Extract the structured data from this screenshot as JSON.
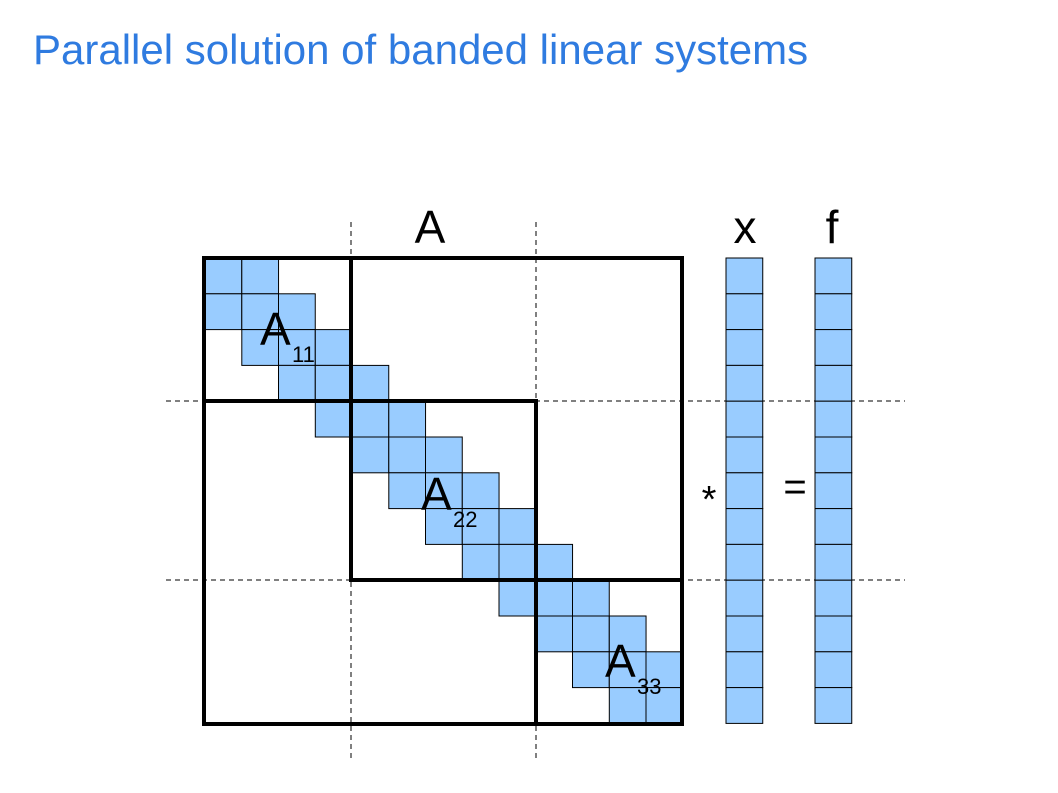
{
  "title": "Parallel solution of banded linear systems",
  "diagram": {
    "matrix_label": "A",
    "vector_x_label": "x",
    "vector_f_label": "f",
    "multiply_symbol": "*",
    "equals_symbol": "=",
    "blocks": [
      {
        "main": "A",
        "sub": "11"
      },
      {
        "main": "A",
        "sub": "22"
      },
      {
        "main": "A",
        "sub": "33"
      }
    ],
    "band_rows": 13,
    "vector_length": 13,
    "colors": {
      "title": "#2f7be0",
      "cell_fill": "#99ccff"
    }
  }
}
